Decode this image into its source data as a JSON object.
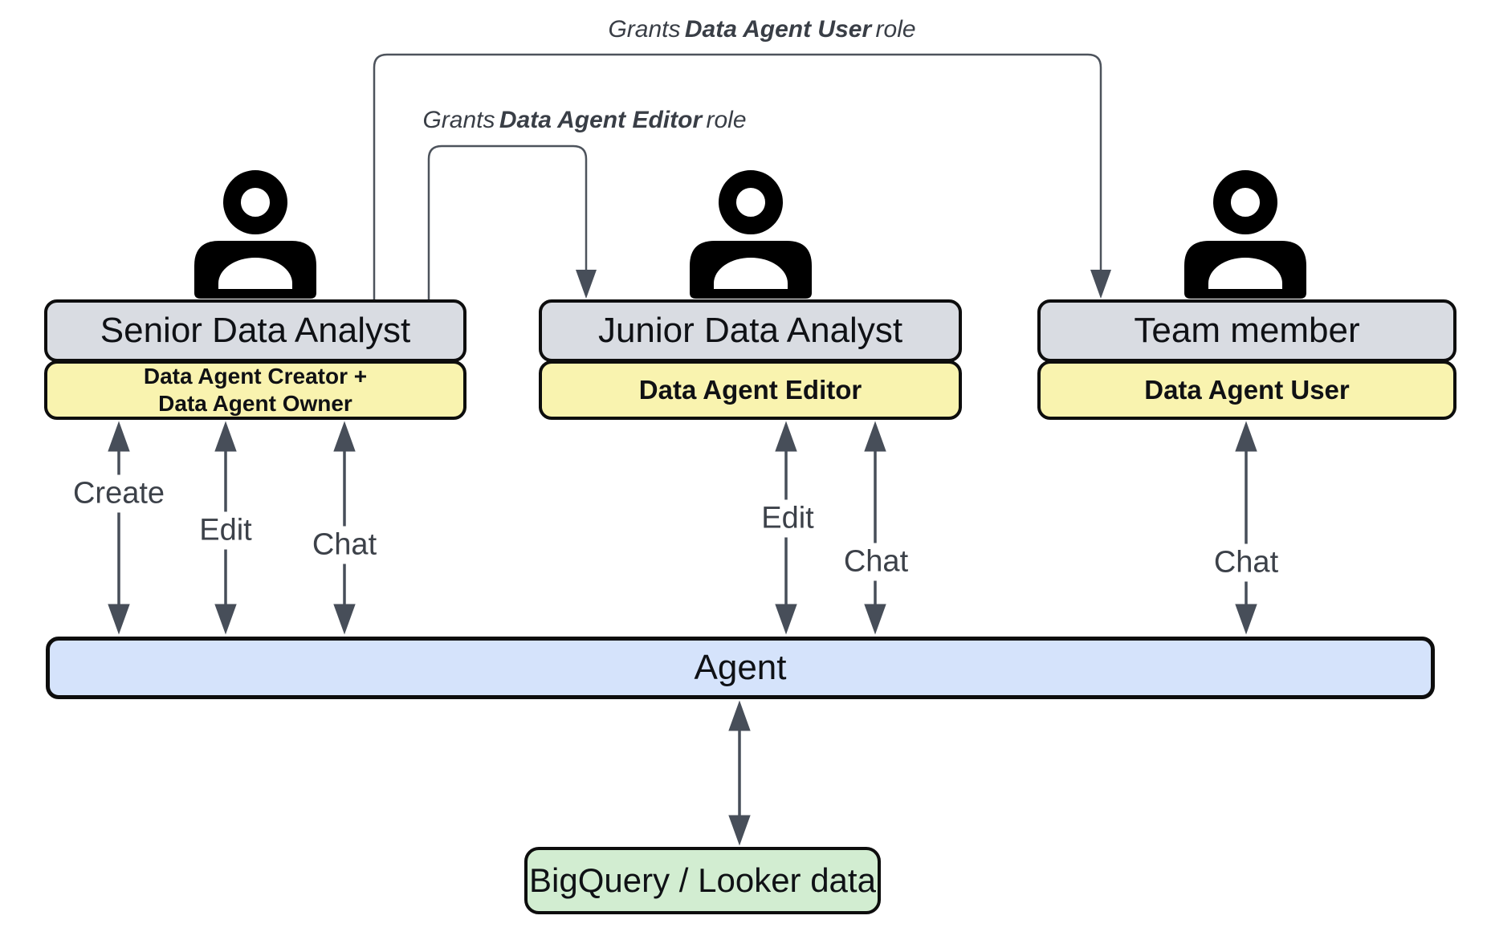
{
  "annotations": {
    "grant_user": {
      "prefix": "Grants",
      "bold": "Data Agent User",
      "suffix": "role"
    },
    "grant_editor": {
      "prefix": "Grants",
      "bold": "Data Agent Editor",
      "suffix": "role"
    }
  },
  "columns": [
    {
      "title": "Senior Data Analyst",
      "role": "Data Agent Creator +\nData Agent Owner",
      "actions": [
        "Create",
        "Edit",
        "Chat"
      ]
    },
    {
      "title": "Junior Data Analyst",
      "role": "Data Agent Editor",
      "actions": [
        "Edit",
        "Chat"
      ]
    },
    {
      "title": "Team member",
      "role": "Data Agent User",
      "actions": [
        "Chat"
      ]
    }
  ],
  "agent": {
    "label": "Agent"
  },
  "datasource": {
    "label": "BigQuery / Looker data"
  },
  "colors": {
    "title_box_fill": "#d9dce2",
    "role_box_fill": "#f9f3af",
    "agent_bar_fill": "#d5e3fb",
    "datasource_fill": "#d2edd1",
    "box_border": "#0d0d0d",
    "connector_line": "#4d535c",
    "arrow": "#474e59",
    "person_icon": "#000000"
  }
}
